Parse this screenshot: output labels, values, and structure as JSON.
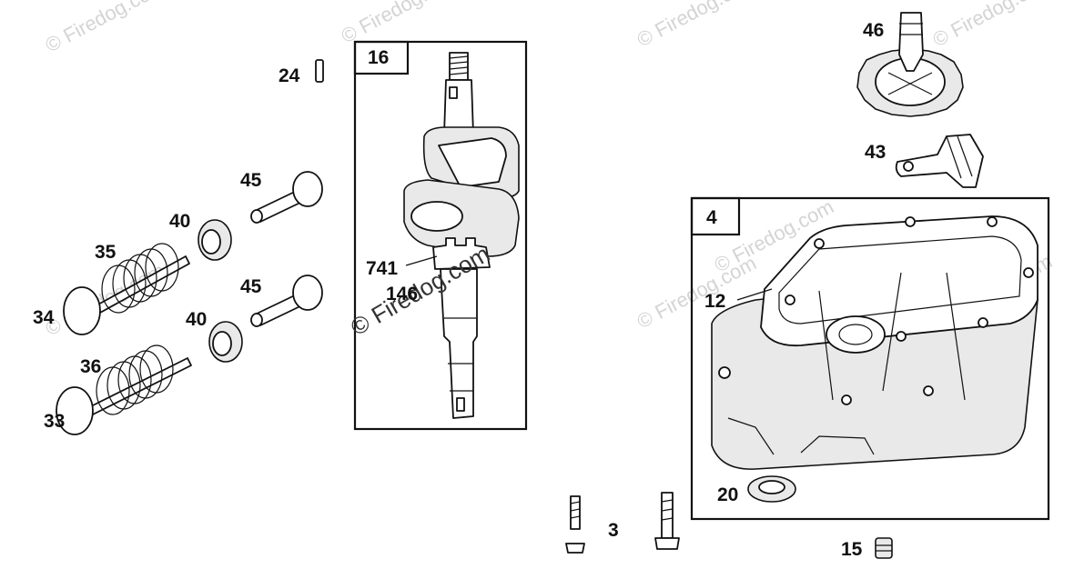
{
  "watermark": "© Firedog.com",
  "boxes": [
    {
      "id": "box-16",
      "number": "16"
    },
    {
      "id": "box-4",
      "number": "4"
    }
  ],
  "callouts": {
    "p24": "24",
    "p45a": "45",
    "p40a": "40",
    "p35": "35",
    "p34": "34",
    "p45b": "45",
    "p40b": "40",
    "p36": "36",
    "p33": "33",
    "p741": "741",
    "p146": "146",
    "p46": "46",
    "p43": "43",
    "p12": "12",
    "p20": "20",
    "p15": "15",
    "p_partial": "3"
  }
}
